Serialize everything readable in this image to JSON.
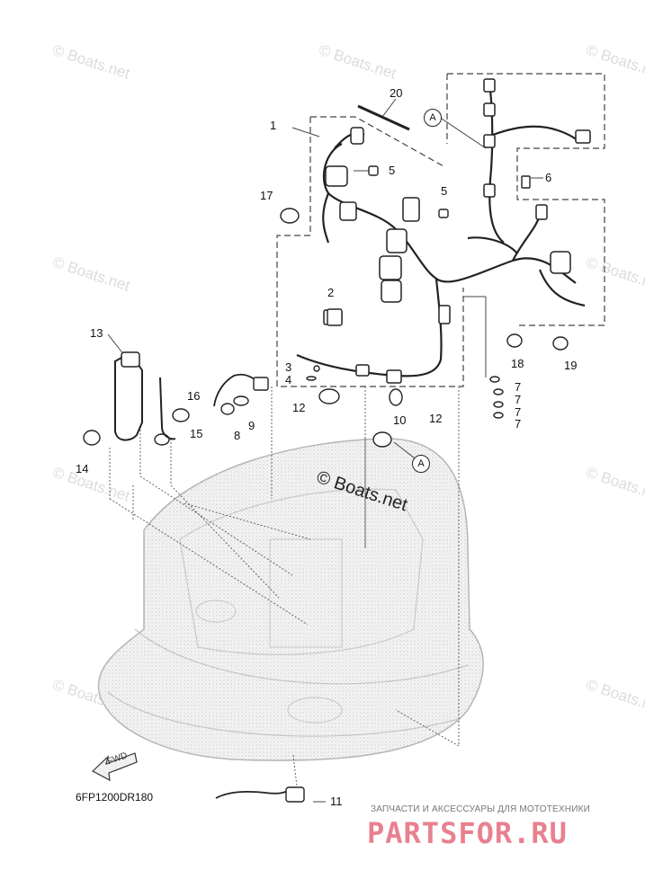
{
  "diagram": {
    "part_code": "6FP1200DR180",
    "direction_label": "FWD",
    "reference_marker": "A",
    "main_watermark": "© Boats.net",
    "background_watermark": "© Boats.net",
    "callouts": {
      "c1": "1",
      "c2": "2",
      "c3": "3",
      "c4": "4",
      "c5a": "5",
      "c5b": "5",
      "c6": "6",
      "c7a": "7",
      "c7b": "7",
      "c7c": "7",
      "c7d": "7",
      "c8": "8",
      "c9": "9",
      "c10": "10",
      "c11": "11",
      "c12a": "12",
      "c12b": "12",
      "c13": "13",
      "c14": "14",
      "c15": "15",
      "c16": "16",
      "c17": "17",
      "c18": "18",
      "c19": "19",
      "c20": "20"
    }
  },
  "seller": {
    "tagline": "ЗАПЧАСТИ И АКСЕССУАРЫ ДЛЯ МОТОТЕХНИКИ",
    "logo": "PARTSFOR.RU"
  }
}
